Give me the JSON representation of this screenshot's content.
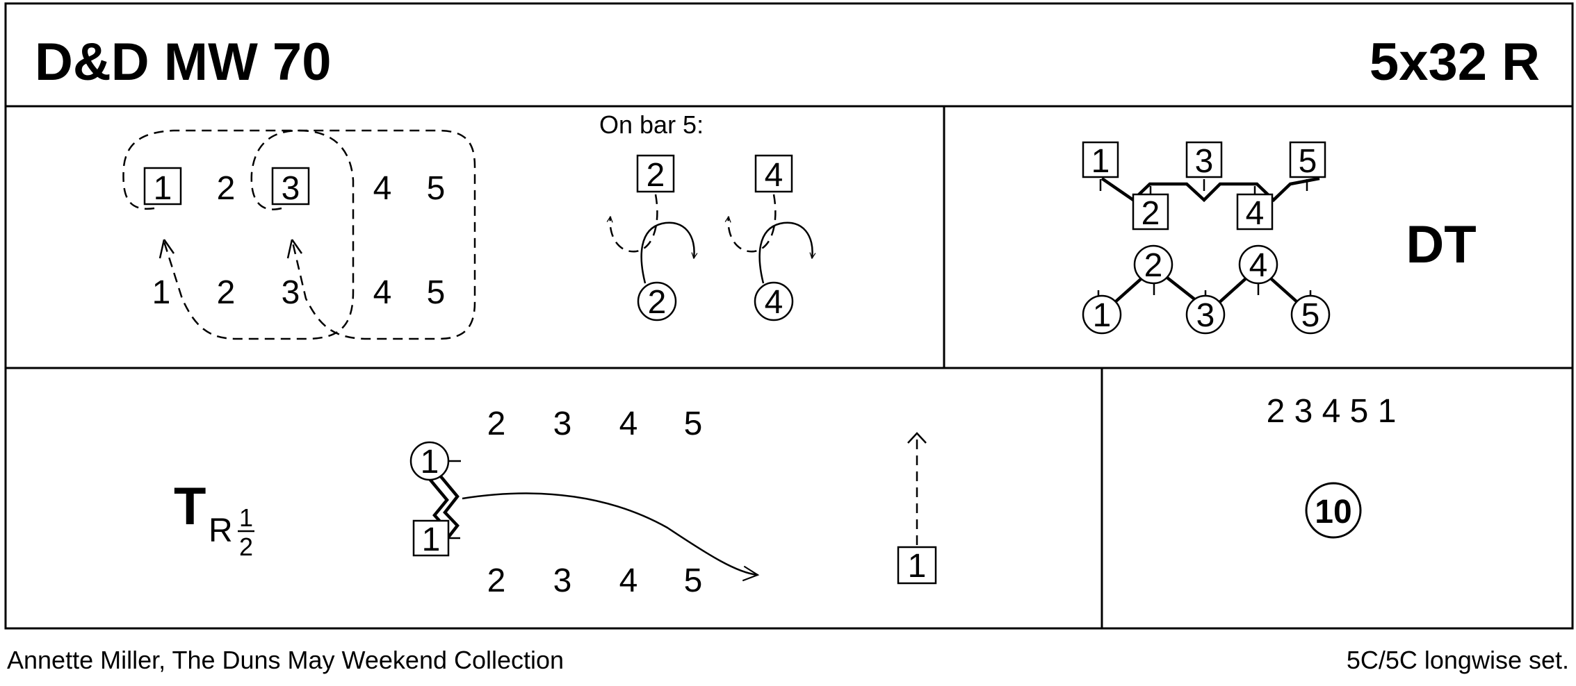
{
  "header": {
    "title": "D&D MW 70",
    "formation": "5x32 R"
  },
  "panel1": {
    "top_numbers": [
      "1",
      "2",
      "3",
      "4",
      "5"
    ],
    "bottom_numbers": [
      "1",
      "2",
      "3",
      "4",
      "5"
    ],
    "note": "On bar 5:",
    "men": [
      "2",
      "4"
    ],
    "women": [
      "2",
      "4"
    ]
  },
  "panel2": {
    "top_men": [
      "1",
      "3",
      "5"
    ],
    "top_men_low": [
      "2",
      "4"
    ],
    "women_high": [
      "2",
      "4"
    ],
    "women_low": [
      "1",
      "3",
      "5"
    ],
    "label": "DT"
  },
  "panel3": {
    "label_main": "T",
    "label_sub": "R",
    "fraction_num": "1",
    "fraction_den": "2",
    "top_numbers": [
      "2",
      "3",
      "4",
      "5"
    ],
    "bottom_numbers": [
      "2",
      "3",
      "4",
      "5"
    ],
    "woman": "1",
    "man": "1",
    "end_man": "1"
  },
  "panel4": {
    "order": "2 3 4 5 1",
    "bars": "10"
  },
  "footer": {
    "credit": "Annette Miller, The Duns May Weekend Collection",
    "set_type": "5C/5C longwise set."
  }
}
